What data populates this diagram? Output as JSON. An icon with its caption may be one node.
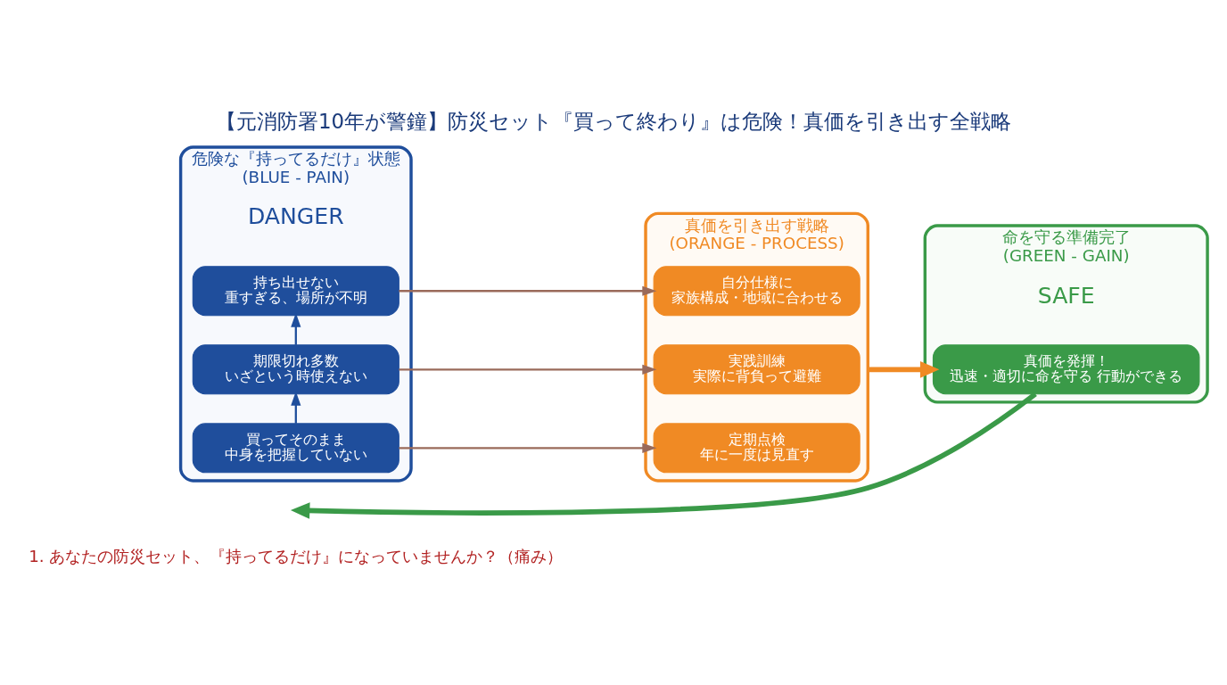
{
  "diagram": {
    "title": "【元消防署10年が警鐘】防災セット『買って終わり』は危険！真価を引き出す全戦略",
    "nodes": [
      {
        "text": [
          "危険な『持ってるだけ』状態",
          "(BLUE - PAIN)"
        ]
      },
      {
        "text": [
          "買ってそのまま",
          "中身を把握していない"
        ],
        "in": 0
      },
      {
        "text": [
          "期限切れ多数",
          "いざという時使えない"
        ],
        "in": 0
      },
      {
        "text": [
          "持ち出せない",
          "重すぎる、場所が不明"
        ],
        "in": 0
      },
      {
        "text": [
          "DANGER"
        ],
        "in": 0
      },
      {
        "text": [
          "真価を引き出す戦略",
          "(ORANGE - PROCESS)"
        ]
      },
      {
        "text": [
          "定期点検",
          "年に一度は見直す"
        ],
        "in": 5
      },
      {
        "text": [
          "実践訓練",
          "実際に背負って避難"
        ],
        "in": 5
      },
      {
        "text": [
          "自分仕様に",
          "家族構成・地域に合わせる"
        ],
        "in": 5
      },
      {
        "text": [
          "命を守る準備完了",
          "(GREEN - GAIN)"
        ]
      },
      {
        "text": [
          "真価を発揮！",
          "迅速・適切に命を守る 行動ができる"
        ],
        "in": 9
      },
      {
        "text": [
          "SAFE"
        ],
        "in": 9
      }
    ],
    "edges": [
      {
        "from": 1,
        "to": 2,
        "arrow": "to",
        "color": "#1f4e9c"
      },
      {
        "from": 2,
        "to": 3,
        "arrow": "to",
        "color": "#1f4e9c"
      },
      {
        "from": 1,
        "to": 6,
        "arrow": "to"
      },
      {
        "from": 2,
        "to": 7,
        "arrow": "to"
      },
      {
        "from": 3,
        "to": 8,
        "arrow": "to"
      },
      {
        "from": 5,
        "to": 10,
        "arrow": "to",
        "style": "thick",
        "color": "#f08a24"
      },
      {
        "from": 10,
        "to": null,
        "arrow": "to",
        "style": "thick",
        "color": "#3a9a48"
      }
    ],
    "labels": [
      "1. あなたの防災セット、『持ってるだけ』になっていませんか？（痛み）"
    ]
  }
}
